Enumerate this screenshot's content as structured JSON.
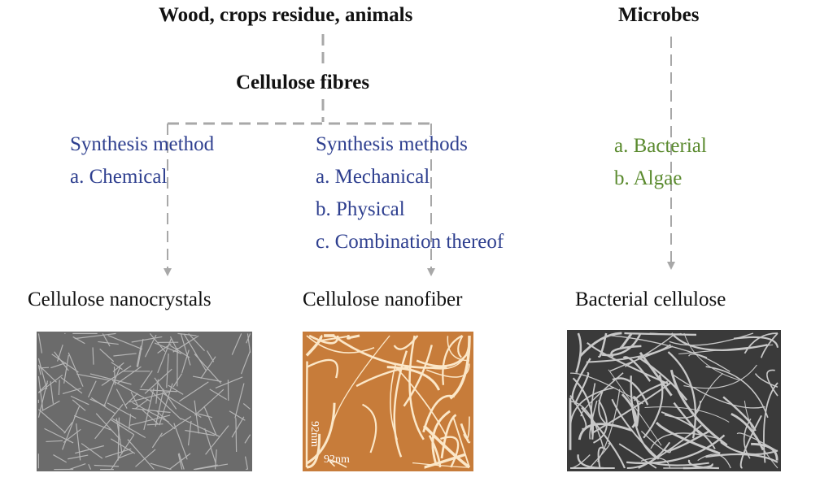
{
  "sources": {
    "plant": "Wood, crops residue, animals",
    "microbes": "Microbes"
  },
  "intermediate": "Cellulose fibres",
  "left_methods": {
    "heading": "Synthesis method",
    "items": [
      "a. Chemical"
    ]
  },
  "middle_methods": {
    "heading": "Synthesis methods",
    "items": [
      "a. Mechanical",
      "b. Physical",
      "c. Combination thereof"
    ]
  },
  "microbe_methods": {
    "items": [
      "a. Bacterial",
      "b. Algae"
    ]
  },
  "products": [
    "Cellulose nanocrystals",
    "Cellulose nanofiber",
    "Bacterial cellulose"
  ],
  "images": {
    "cnf_scale_x": "92nm",
    "cnf_scale_y": "92nm"
  },
  "colors": {
    "blue": "#2e3f8f",
    "green": "#5a8a2e",
    "line": "#aaaaaa"
  }
}
